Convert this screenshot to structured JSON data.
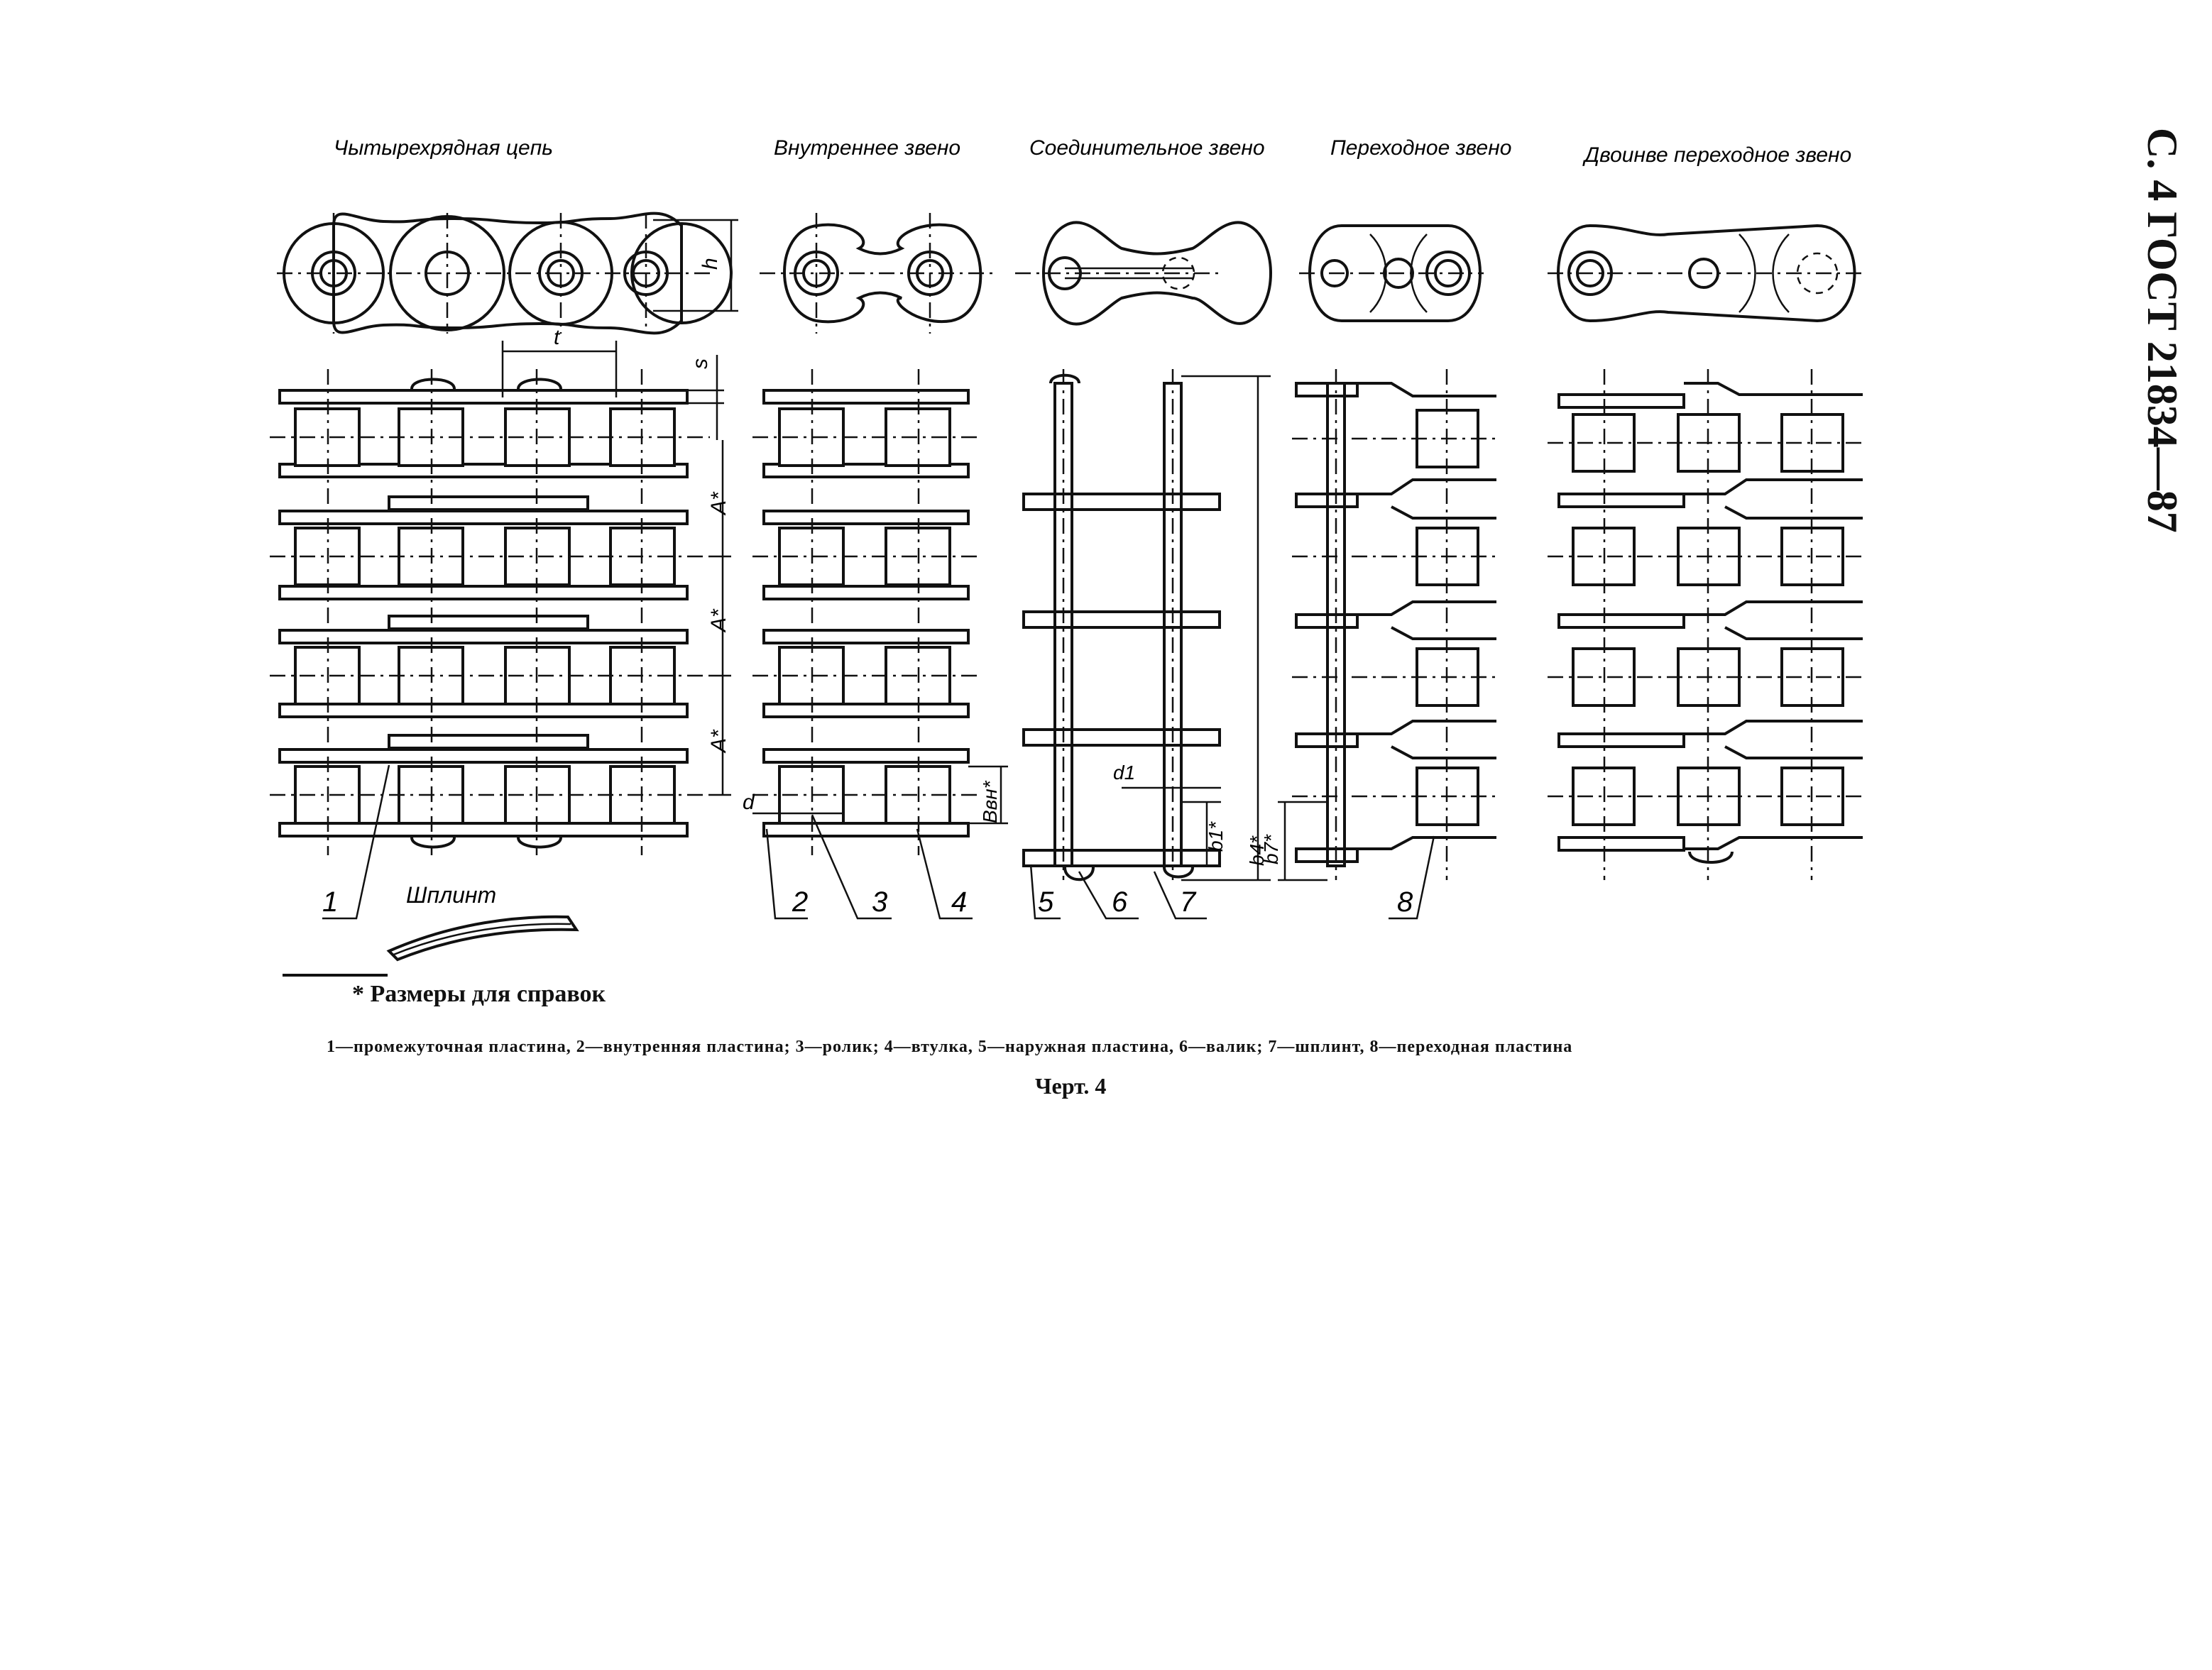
{
  "page_label": "С. 4 ГОСТ 21834—87",
  "views": [
    {
      "title": "Чытырехрядная цепь"
    },
    {
      "title": "Внутреннее звено"
    },
    {
      "title": "Соединительное звено"
    },
    {
      "title": "Переходное звено"
    },
    {
      "title": "Двоинве переходное звено"
    }
  ],
  "dimensions": {
    "h": "h",
    "t": "t",
    "s": "s",
    "A1": "A*",
    "A2": "A*",
    "A3": "A*",
    "d": "d",
    "Bvn": "Bвн*",
    "d1": "d1",
    "b1": "b1*",
    "b4": "b4*",
    "b7": "b7*"
  },
  "callouts": [
    "1",
    "2",
    "3",
    "4",
    "5",
    "6",
    "7",
    "8"
  ],
  "cotter_label": "Шплинт",
  "note": "* Размеры для справок",
  "legend": "1—промежуточная пластина, 2—внутренняя пластина; 3—ролик; 4—втулка, 5—наружная пластина, 6—валик; 7—шплинт, 8—переходная пластина",
  "figure_label": "Черт. 4"
}
